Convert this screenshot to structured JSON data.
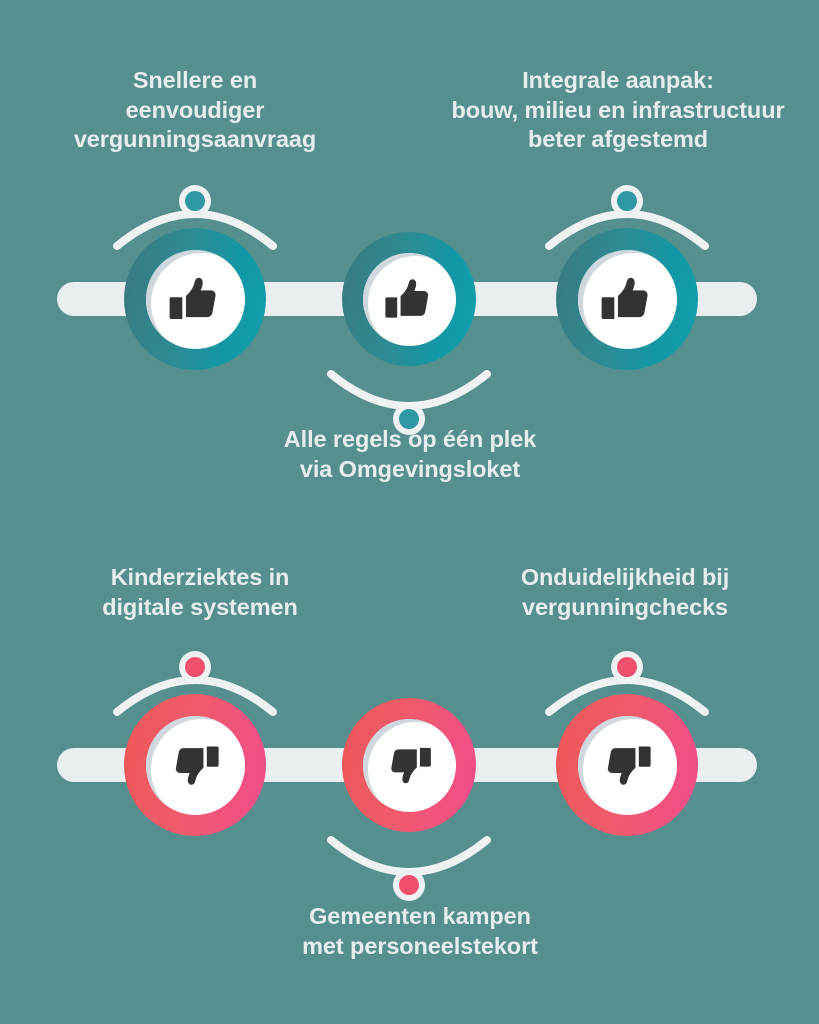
{
  "page": {
    "background_color": "#55908f",
    "text_color": "#e6edee"
  },
  "positive_section": {
    "icon_name": "thumbs-up-icon",
    "ring_color_start": "#3c787e",
    "ring_color_end": "#12a0ae",
    "node_fill": "#2f98a4",
    "captions": {
      "top_left": "Snellere en\neenvoudiger\nvergunningsaanvraag",
      "top_right": "Integrale aanpak:\nbouw, milieu en infrastructuur\nbeter afgestemd",
      "bottom_middle": "Alle regels op één plek\nvia Omgevingsloket"
    }
  },
  "negative_section": {
    "icon_name": "thumbs-down-icon",
    "ring_color_start": "#ee5757",
    "ring_color_end": "#f04f8d",
    "node_fill": "#f04f6e",
    "captions": {
      "top_left": "Kinderziektes in\ndigitale systemen",
      "top_right": "Onduidelijkheid bij\nvergunningchecks",
      "bottom_middle": "Gemeenten kampen\nmet personeelstekort"
    }
  },
  "track": {
    "color": "#e9eef0"
  }
}
